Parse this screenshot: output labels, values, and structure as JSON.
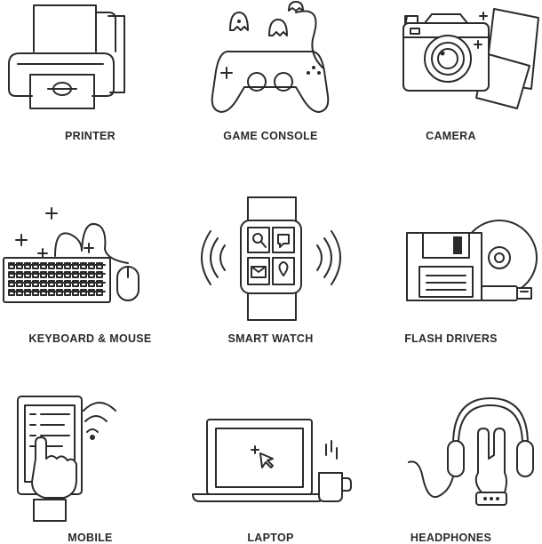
{
  "icons": [
    {
      "label": "PRINTER",
      "icon": "printer-icon"
    },
    {
      "label": "GAME CONSOLE",
      "icon": "game-controller-icon"
    },
    {
      "label": "CAMERA",
      "icon": "camera-icon"
    },
    {
      "label": "KEYBOARD & MOUSE",
      "icon": "keyboard-mouse-icon"
    },
    {
      "label": "SMART WATCH",
      "icon": "smart-watch-icon"
    },
    {
      "label": "FLASH DRIVERS",
      "icon": "floppy-disc-usb-icon"
    },
    {
      "label": "MOBILE",
      "icon": "tablet-touch-icon"
    },
    {
      "label": "LAPTOP",
      "icon": "laptop-coffee-icon"
    },
    {
      "label": "HEADPHONES",
      "icon": "headphones-icon"
    }
  ]
}
